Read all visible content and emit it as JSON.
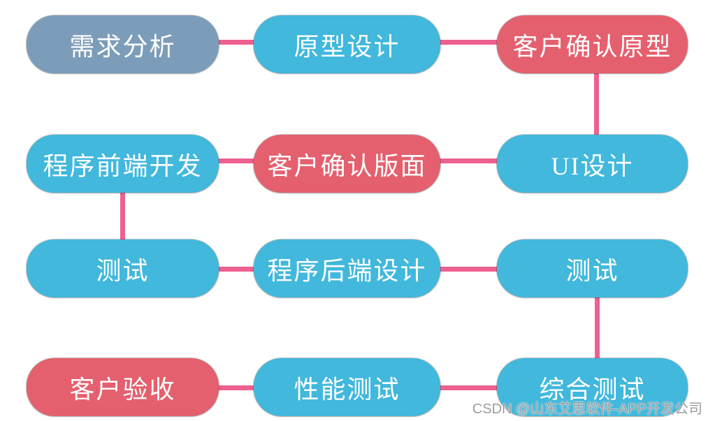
{
  "diagram": {
    "type": "flowchart",
    "description": "App development process flow",
    "colors": {
      "steel_blue_node": "#7c9db9",
      "cyan_node": "#41b8dc",
      "red_node": "#e5606e",
      "connector": "#ee6090",
      "node_text": "#ffffff",
      "watermark_text": "#9c9c9c",
      "background": "#ffffff"
    },
    "nodes": [
      {
        "id": "requirements-analysis",
        "label": "需求分析",
        "color": "#7c9db9"
      },
      {
        "id": "prototype-design",
        "label": "原型设计",
        "color": "#41b8dc"
      },
      {
        "id": "client-confirm-prototype",
        "label": "客户确认原型",
        "color": "#e5606e"
      },
      {
        "id": "frontend-development",
        "label": "程序前端开发",
        "color": "#41b8dc"
      },
      {
        "id": "client-confirm-layout",
        "label": "客户确认版面",
        "color": "#e5606e"
      },
      {
        "id": "ui-design",
        "label": "UI设计",
        "color": "#41b8dc"
      },
      {
        "id": "test-left",
        "label": "测试",
        "color": "#41b8dc"
      },
      {
        "id": "backend-design",
        "label": "程序后端设计",
        "color": "#41b8dc"
      },
      {
        "id": "test-right",
        "label": "测试",
        "color": "#41b8dc"
      },
      {
        "id": "client-acceptance",
        "label": "客户验收",
        "color": "#e5606e"
      },
      {
        "id": "performance-test",
        "label": "性能测试",
        "color": "#41b8dc"
      },
      {
        "id": "comprehensive-test",
        "label": "综合测试",
        "color": "#41b8dc"
      }
    ],
    "flow_order": [
      "需求分析",
      "原型设计",
      "客户确认原型",
      "UI设计",
      "客户确认版面",
      "程序前端开发",
      "测试",
      "程序后端设计",
      "测试",
      "综合测试",
      "性能测试",
      "客户验收"
    ],
    "edges": [
      {
        "from": 0,
        "to": 1
      },
      {
        "from": 1,
        "to": 2
      },
      {
        "from": 2,
        "to": 5
      },
      {
        "from": 5,
        "to": 4
      },
      {
        "from": 4,
        "to": 3
      },
      {
        "from": 3,
        "to": 6
      },
      {
        "from": 6,
        "to": 7
      },
      {
        "from": 7,
        "to": 8
      },
      {
        "from": 8,
        "to": 11
      },
      {
        "from": 11,
        "to": 10
      },
      {
        "from": 10,
        "to": 9
      }
    ],
    "watermark": "CSDN @山东艾思软件-APP开发公司"
  }
}
